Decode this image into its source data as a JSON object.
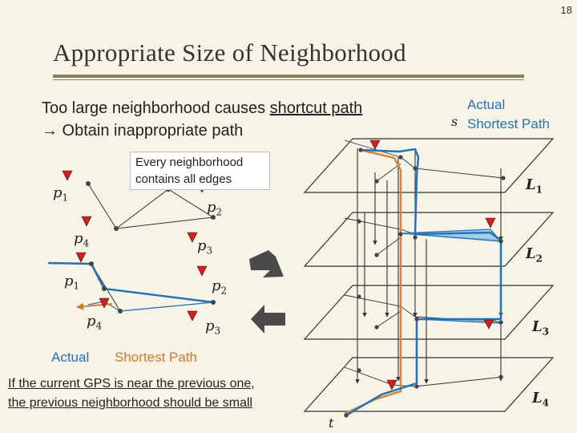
{
  "slide": {
    "number": "18",
    "title": "Appropriate Size of Neighborhood"
  },
  "bullets": {
    "line1_prefix": "Too large neighborhood causes ",
    "line1_underlined": "shortcut path",
    "line2": "→ Obtain inappropriate path"
  },
  "callout": {
    "line1": "Every neighborhood",
    "line2": "contains all edges"
  },
  "legend": {
    "actual": "Actual",
    "shortest": "Shortest Path",
    "actual_color": "#2473b8",
    "shortest_color": "#cf7a2a"
  },
  "note": {
    "line1": "If the current GPS is near the previous one,",
    "line2": "the previous neighborhood should be small"
  },
  "points": {
    "top": [
      {
        "base": "p",
        "sub": "1"
      },
      {
        "base": "p",
        "sub": "2"
      },
      {
        "base": "p",
        "sub": "4"
      },
      {
        "base": "p",
        "sub": "3"
      }
    ],
    "bottom": [
      {
        "base": "p",
        "sub": "1"
      },
      {
        "base": "p",
        "sub": "2"
      },
      {
        "base": "p",
        "sub": "4"
      },
      {
        "base": "p",
        "sub": "3"
      }
    ]
  },
  "layers": [
    {
      "base": "L",
      "sub": "1"
    },
    {
      "base": "L",
      "sub": "2"
    },
    {
      "base": "L",
      "sub": "3"
    },
    {
      "base": "L",
      "sub": "4"
    }
  ],
  "endpoints": {
    "source": "s",
    "target": "t"
  }
}
